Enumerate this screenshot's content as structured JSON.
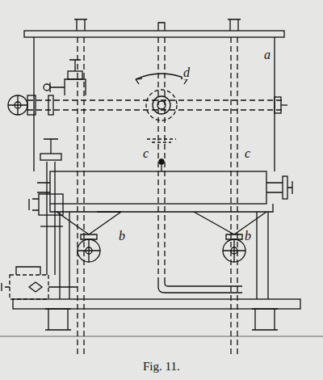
{
  "diagram": {
    "caption": "Fig. 11.",
    "labels": [
      "a",
      "d",
      "c",
      "c",
      "b",
      "b"
    ]
  }
}
